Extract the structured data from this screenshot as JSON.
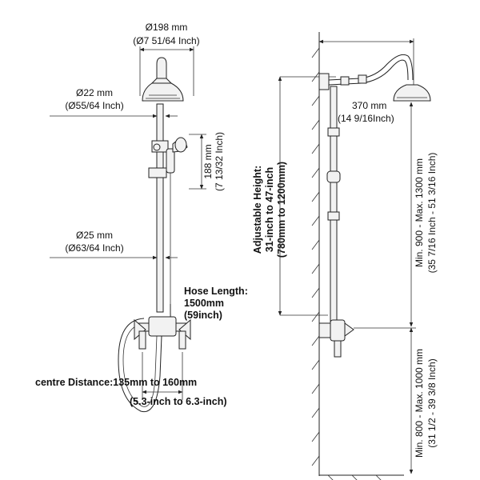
{
  "front_view": {
    "head_diameter": "Ø198 mm",
    "head_diameter_in": "(Ø7 51/64 Inch)",
    "riser_top_diameter": "Ø22 mm",
    "riser_top_diameter_in": "(Ø55/64 Inch)",
    "handshower_height": "188 mm",
    "handshower_height_in": "(7 13/32 Inch)",
    "riser_bottom_diameter": "Ø25 mm",
    "riser_bottom_diameter_in": "(Ø63/64 Inch)",
    "hose_length_label": "Hose Length:",
    "hose_length_mm": "1500mm",
    "hose_length_in": "(59inch)",
    "adjustable_label": "Adjustable Height:",
    "adjustable_in": "31-inch to 47-inch",
    "adjustable_mm": "(780mm to 1200mm)",
    "centre_distance": "centre Distance:135mm to 160mm",
    "centre_distance_in": "(5.3-inch to 6.3-inch)"
  },
  "side_view": {
    "arm_length": "370 mm",
    "arm_length_in": "(14 9/16Inch)",
    "head_height": "Min. 900 - Max. 1300 mm",
    "head_height_in": "(35 7/16 Inch - 51 3/16 Inch)",
    "valve_height": "Min. 800 - Max. 1000 mm",
    "valve_height_in": "(31 1/2 - 39 3/8 Inch)"
  }
}
